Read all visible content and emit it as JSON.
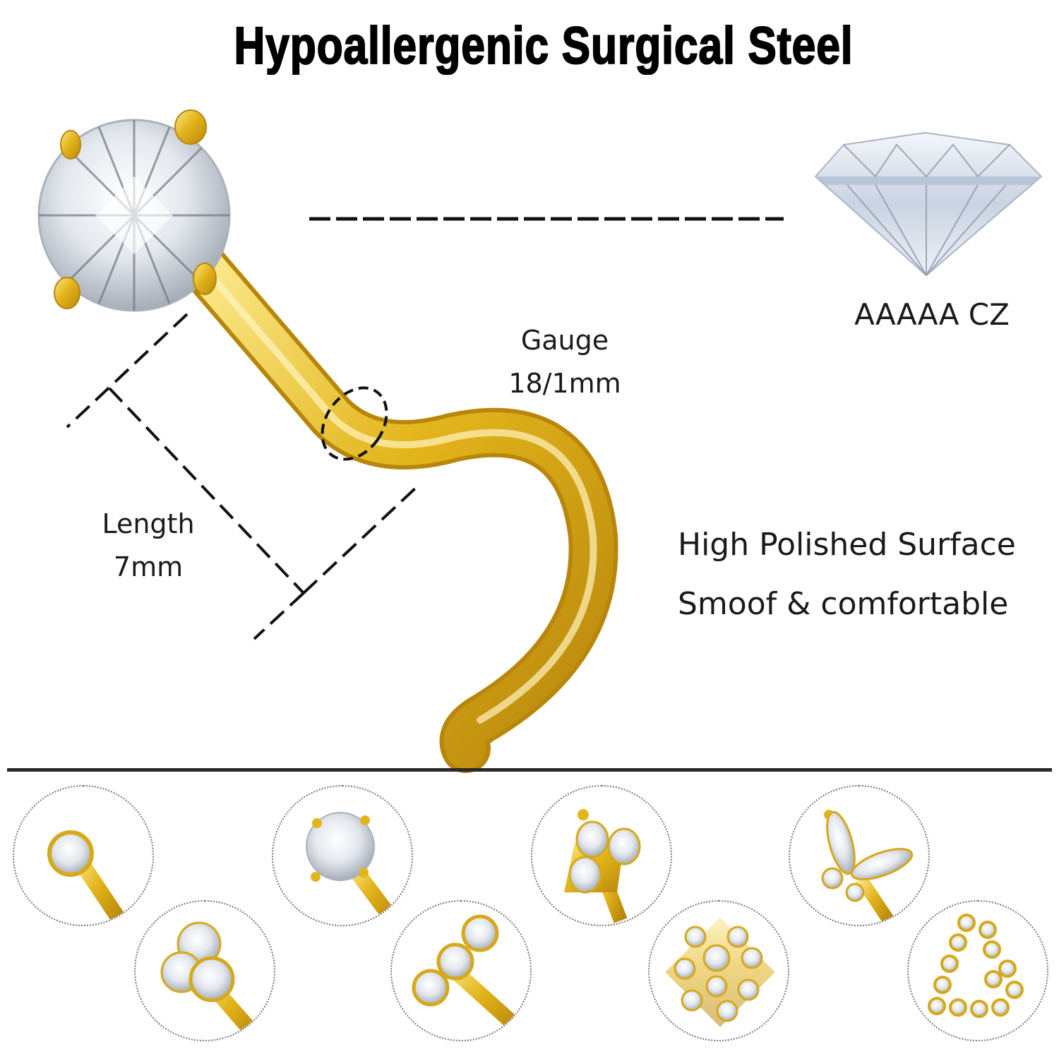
{
  "title": "Hypoallergenic Surgical Steel",
  "specs": {
    "gauge_label": "Gauge",
    "gauge_value": "18/1mm",
    "length_label": "Length",
    "length_value": "7mm",
    "stone_label": "AAAAA CZ"
  },
  "features": [
    "High Polished Surface",
    "Smoof & comfortable"
  ],
  "colors": {
    "gold": "#e3b51c",
    "gold_dark": "#b8860b",
    "gold_light": "#fbe88a",
    "crystal": "#dfe6ee"
  },
  "styles": [
    {
      "name": "bezel-round"
    },
    {
      "name": "prong-round"
    },
    {
      "name": "trinity-cluster"
    },
    {
      "name": "butterfly"
    },
    {
      "name": "flower-cluster"
    },
    {
      "name": "triple-bezel-line"
    },
    {
      "name": "snowflake-cluster"
    },
    {
      "name": "pave-heart"
    }
  ]
}
